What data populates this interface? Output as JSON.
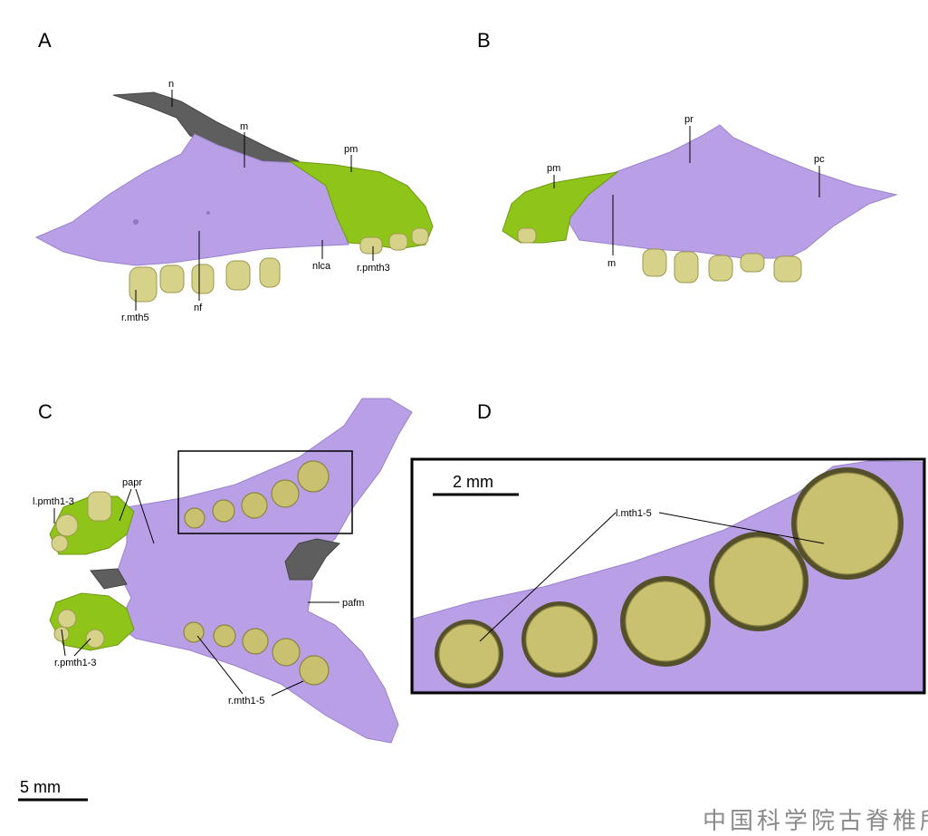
{
  "panels": {
    "a": {
      "letter": "A",
      "labels": {
        "n": "n",
        "m": "m",
        "pm": "pm",
        "nlca": "nlca",
        "rpmth3": "r.pmth3",
        "nf": "nf",
        "rmth5": "r.mth5"
      }
    },
    "b": {
      "letter": "B",
      "labels": {
        "pr": "pr",
        "pc": "pc",
        "pm": "pm",
        "m": "m"
      }
    },
    "c": {
      "letter": "C",
      "labels": {
        "lpmth13": "l.pmth1-3",
        "papr": "papr",
        "pafm": "pafm",
        "rpmth13": "r.pmth1-3",
        "rmth15": "r.mth1-5"
      }
    },
    "d": {
      "letter": "D",
      "labels": {
        "lmth15": "l.mth1-5"
      }
    }
  },
  "scale_bars": {
    "main": "5 mm",
    "inset": "2 mm"
  },
  "watermark": "中国科学院古脊椎所",
  "colors": {
    "maxilla": "#b9a0e6",
    "premaxilla": "#8fc418",
    "nasal": "#5e5e5e",
    "teeth": "#d7d28a"
  }
}
